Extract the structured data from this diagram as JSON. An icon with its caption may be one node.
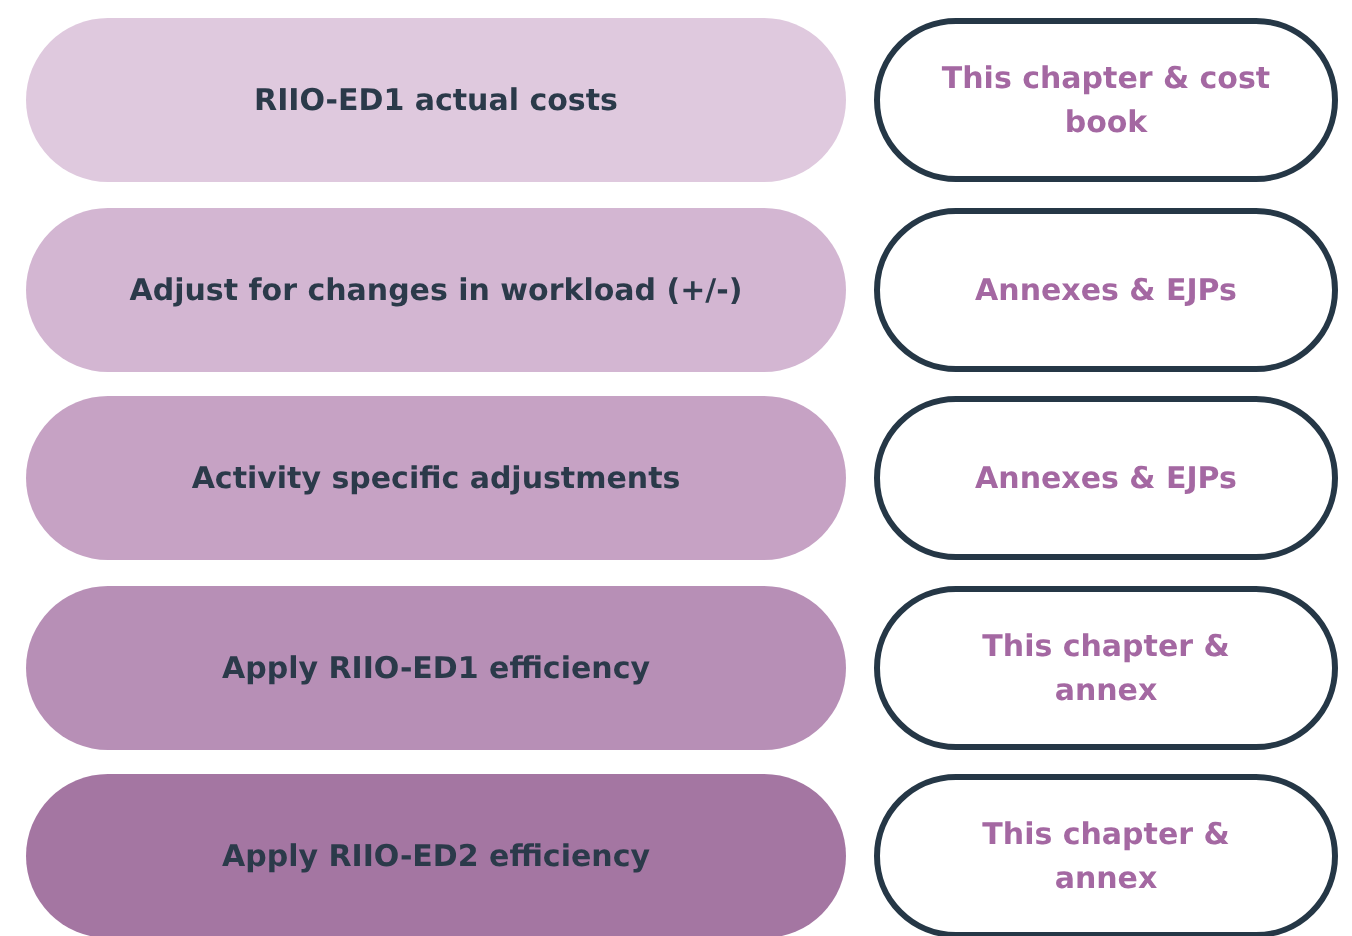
{
  "diagram": {
    "nodes": [
      {
        "text": [
          "RIIO-ED1 actual costs"
        ]
      },
      {
        "text": [
          "This chapter & cost book"
        ]
      },
      {
        "text": [
          "Adjust for changes in workload (+/-)"
        ]
      },
      {
        "text": [
          "Annexes & EJPs"
        ]
      },
      {
        "text": [
          "Activity specific adjustments"
        ]
      },
      {
        "text": [
          "Annexes & EJPs"
        ]
      },
      {
        "text": [
          "Apply RIIO-ED1 efficiency"
        ]
      },
      {
        "text": [
          "This chapter & annex"
        ]
      },
      {
        "text": [
          "Apply RIIO-ED2 efficiency"
        ]
      },
      {
        "text": [
          "This chapter & annex"
        ]
      }
    ]
  }
}
